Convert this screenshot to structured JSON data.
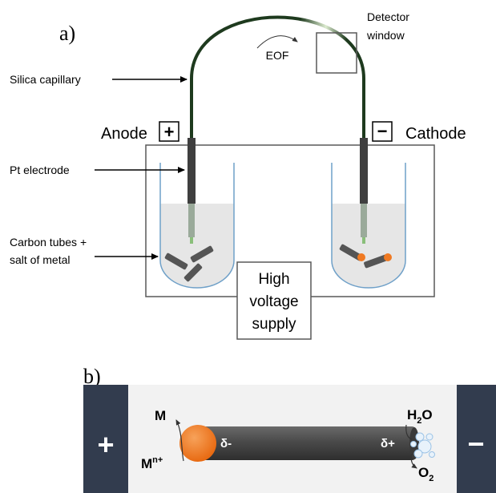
{
  "panel_a": {
    "label": "a)",
    "detector_line1": "Detector",
    "detector_line2": "window",
    "eof": "EOF",
    "silica_capillary": "Silica capillary",
    "anode": "Anode",
    "anode_sign": "+",
    "cathode": "Cathode",
    "cathode_sign": "−",
    "pt_electrode": "Pt electrode",
    "carbon_line1": "Carbon tubes +",
    "carbon_line2": "salt of metal",
    "supply_line1": "High",
    "supply_line2": "voltage",
    "supply_line3": "supply"
  },
  "panel_b": {
    "label": "b)",
    "plus": "+",
    "minus": "−",
    "m": "M",
    "mn_base": "M",
    "mn_sup": "n+",
    "delta_minus": "δ-",
    "delta_plus": "δ+",
    "h2o_h": "H",
    "h2o_sub": "2",
    "h2o_o": "O",
    "o2_o": "O",
    "o2_sub": "2"
  },
  "colors": {
    "capillary": "#1e3a1e",
    "electrode": "#3f3f3f",
    "electrode_tip": "#9aaa9a",
    "tube_border": "#6fa0c8",
    "liquid": "#e6e6e6",
    "particle": "#f07a23",
    "dark_panel": "#323c4e",
    "panel_b_bg": "#f2f2f2",
    "nanotube": "#555555"
  }
}
